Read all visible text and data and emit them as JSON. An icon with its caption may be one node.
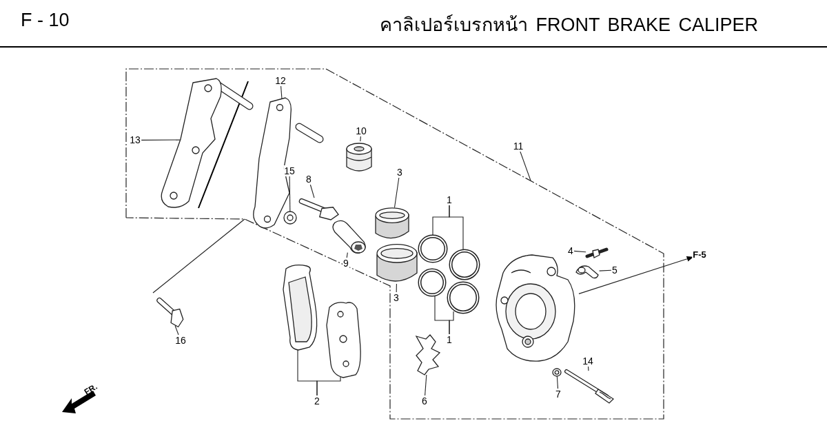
{
  "diagram": {
    "title": "คาลิเปอร์เบรกหน้า FRONT BRAKE CALIPER",
    "nodes": [
      {
        "text": [
          "13"
        ]
      },
      {
        "text": [],
        "shape": "picture"
      },
      {
        "text": [
          "12"
        ]
      },
      {
        "text": [],
        "shape": "picture"
      },
      {
        "text": [
          "10"
        ]
      },
      {
        "text": [],
        "shape": "picture"
      },
      {
        "text": [
          "11"
        ]
      },
      {
        "text": [
          "15"
        ]
      },
      {
        "text": [],
        "shape": "picture"
      },
      {
        "text": [
          "8"
        ]
      },
      {
        "text": [],
        "shape": "picture"
      },
      {
        "text": [
          "9"
        ]
      },
      {
        "text": [],
        "shape": "picture"
      },
      {
        "text": [
          "3"
        ]
      },
      {
        "text": [],
        "shape": "cylinder"
      },
      {
        "text": [
          "3"
        ]
      },
      {
        "text": [],
        "shape": "cylinder"
      },
      {
        "text": [
          "1"
        ]
      },
      {
        "text": [],
        "shape": "circle"
      },
      {
        "text": [],
        "shape": "circle"
      },
      {
        "text": [],
        "shape": "circle"
      },
      {
        "text": [],
        "shape": "circle"
      },
      {
        "text": [
          "1"
        ]
      },
      {
        "text": [
          "4"
        ]
      },
      {
        "text": [],
        "shape": "picture"
      },
      {
        "text": [
          "5"
        ]
      },
      {
        "text": [],
        "shape": "picture"
      },
      {
        "text": [],
        "shape": "picture"
      },
      {
        "text": [
          "F-5"
        ]
      },
      {
        "text": [
          "16"
        ]
      },
      {
        "text": [],
        "shape": "picture"
      },
      {
        "text": [],
        "shape": "picture"
      },
      {
        "text": [],
        "shape": "picture"
      },
      {
        "text": [
          "2"
        ]
      },
      {
        "text": [],
        "shape": "picture"
      },
      {
        "text": [
          "6"
        ]
      },
      {
        "text": [],
        "shape": "picture"
      },
      {
        "text": [
          "7"
        ]
      },
      {
        "text": [],
        "shape": "picture"
      },
      {
        "text": [
          "14"
        ]
      }
    ],
    "edges": [
      {
        "from": 0,
        "to": 1,
        "arrow": "none"
      },
      {
        "from": 2,
        "to": 3,
        "arrow": "none"
      },
      {
        "from": 4,
        "to": 5,
        "arrow": "none"
      },
      {
        "from": 6,
        "to": null,
        "arrow": "none"
      },
      {
        "from": 7,
        "to": 8,
        "arrow": "none"
      },
      {
        "from": 9,
        "to": 10,
        "arrow": "none"
      },
      {
        "from": 11,
        "to": 12,
        "arrow": "none"
      },
      {
        "from": 13,
        "to": 14,
        "arrow": "none"
      },
      {
        "from": 15,
        "to": 16,
        "arrow": "none"
      },
      {
        "from": 17,
        "to": 18,
        "arrow": "none"
      },
      {
        "from": 17,
        "to": 19,
        "arrow": "none"
      },
      {
        "from": 22,
        "to": 20,
        "arrow": "none"
      },
      {
        "from": 22,
        "to": 21,
        "arrow": "none"
      },
      {
        "from": 23,
        "to": 24,
        "arrow": "none"
      },
      {
        "from": 25,
        "to": 26,
        "arrow": "none"
      },
      {
        "from": 27,
        "to": 28,
        "arrow": "to"
      },
      {
        "from": 29,
        "to": 30,
        "arrow": "none"
      },
      {
        "from": 33,
        "to": 31,
        "arrow": "none"
      },
      {
        "from": 33,
        "to": 32,
        "arrow": "none"
      },
      {
        "from": 35,
        "to": 34,
        "arrow": "none"
      },
      {
        "from": 37,
        "to": 36,
        "arrow": "none"
      },
      {
        "from": 39,
        "to": 38,
        "arrow": "none"
      }
    ],
    "labels": [
      "F - 10",
      "FR."
    ]
  }
}
